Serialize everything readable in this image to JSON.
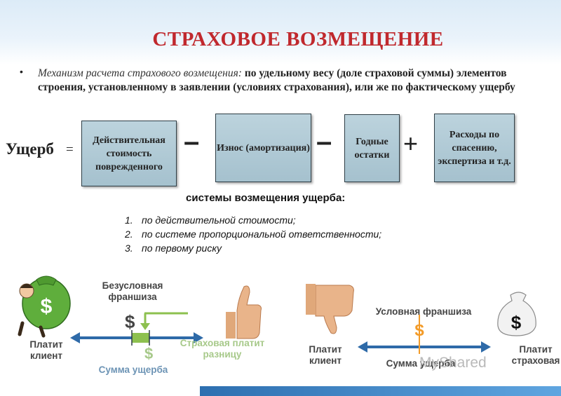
{
  "slide": {
    "title": "СТРАХОВОЕ ВОЗМЕЩЕНИЕ",
    "bullet": "•",
    "desc_italic": "Механизм расчета страхового возмещения",
    "desc_colon": ":",
    "desc_rest": " по удельному весу (доле страховой суммы) элементов строения, установленному в заявлении (условиях страхования), или же по фактическому ущербу"
  },
  "formula": {
    "lhs": "Ущерб",
    "equals": "=",
    "boxes": [
      "Действительная стоимость поврежденного",
      "Износ (амортизация)",
      "Годные остатки",
      "Расходы по спасению, экспертиза и т.д."
    ],
    "operators": [
      "–",
      "–",
      "+"
    ]
  },
  "systems": {
    "heading": "системы возмещения ущерба:",
    "items": [
      {
        "num": "1.",
        "text": "по действительной стоимости;"
      },
      {
        "num": "2.",
        "text": "по системе пропорциональной ответственности;"
      },
      {
        "num": "3.",
        "text": "по первому риску"
      }
    ]
  },
  "unconditional": {
    "deductible": "Безусловная франшиза",
    "client_pays": "Платит клиент",
    "insurer_pays": "Страховая платит разницу",
    "damage": "Сумма ущерба",
    "dollar": "$"
  },
  "conditional": {
    "deductible": "Условная франшиза",
    "client_pays": "Платит клиент",
    "insurer_pays": "Платит страховая",
    "damage": "Сумма ущерба",
    "dollar": "$"
  },
  "watermark": "MyShared",
  "colors": {
    "title": "#c0282d",
    "box_fill": "#a9c4d1",
    "arrow": "#2e6aa8",
    "green": "#8dc04f",
    "orange": "#f39b28"
  }
}
